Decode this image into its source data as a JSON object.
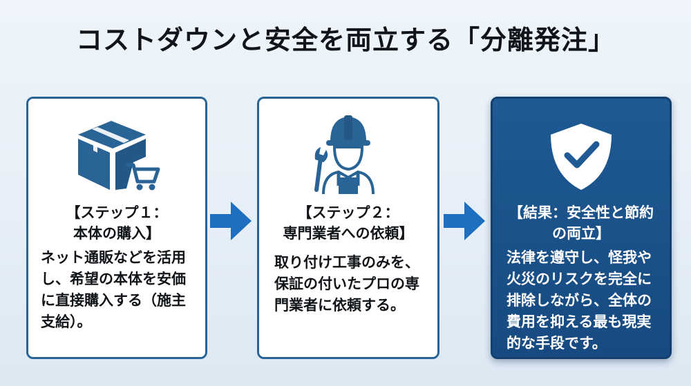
{
  "title": "コストダウンと安全を両立する「分離発注」",
  "colors": {
    "primary_blue": "#2a6496",
    "dark_card": "#1f5a94",
    "arrow_blue": "#1e6fbf",
    "text": "#111418"
  },
  "steps": [
    {
      "icon": "box-cart-icon",
      "heading_line1": "【ステップ１：",
      "heading_line2": "本体の購入】",
      "body": [
        "ネット通販などを活用",
        "し、希望の本体を安価",
        "に直接購入する（施主",
        "支給）。"
      ]
    },
    {
      "icon": "worker-wrench-icon",
      "heading_line1": "【ステップ２：",
      "heading_line2": "専門業者への依頼】",
      "body": [
        "取り付け工事のみを、",
        "保証の付いたプロの専",
        "門業者に依頼する。"
      ]
    },
    {
      "icon": "shield-check-icon",
      "heading_line1": "【結果：安全性と節約",
      "heading_line2": "の両立】",
      "body": [
        "法律を遵守し、怪我や",
        "火災のリスクを完全に",
        "排除しながら、全体の",
        "費用を抑える最も現実",
        "的な手段です。"
      ]
    }
  ],
  "arrows": [
    "arrow-right-icon",
    "arrow-right-icon"
  ]
}
